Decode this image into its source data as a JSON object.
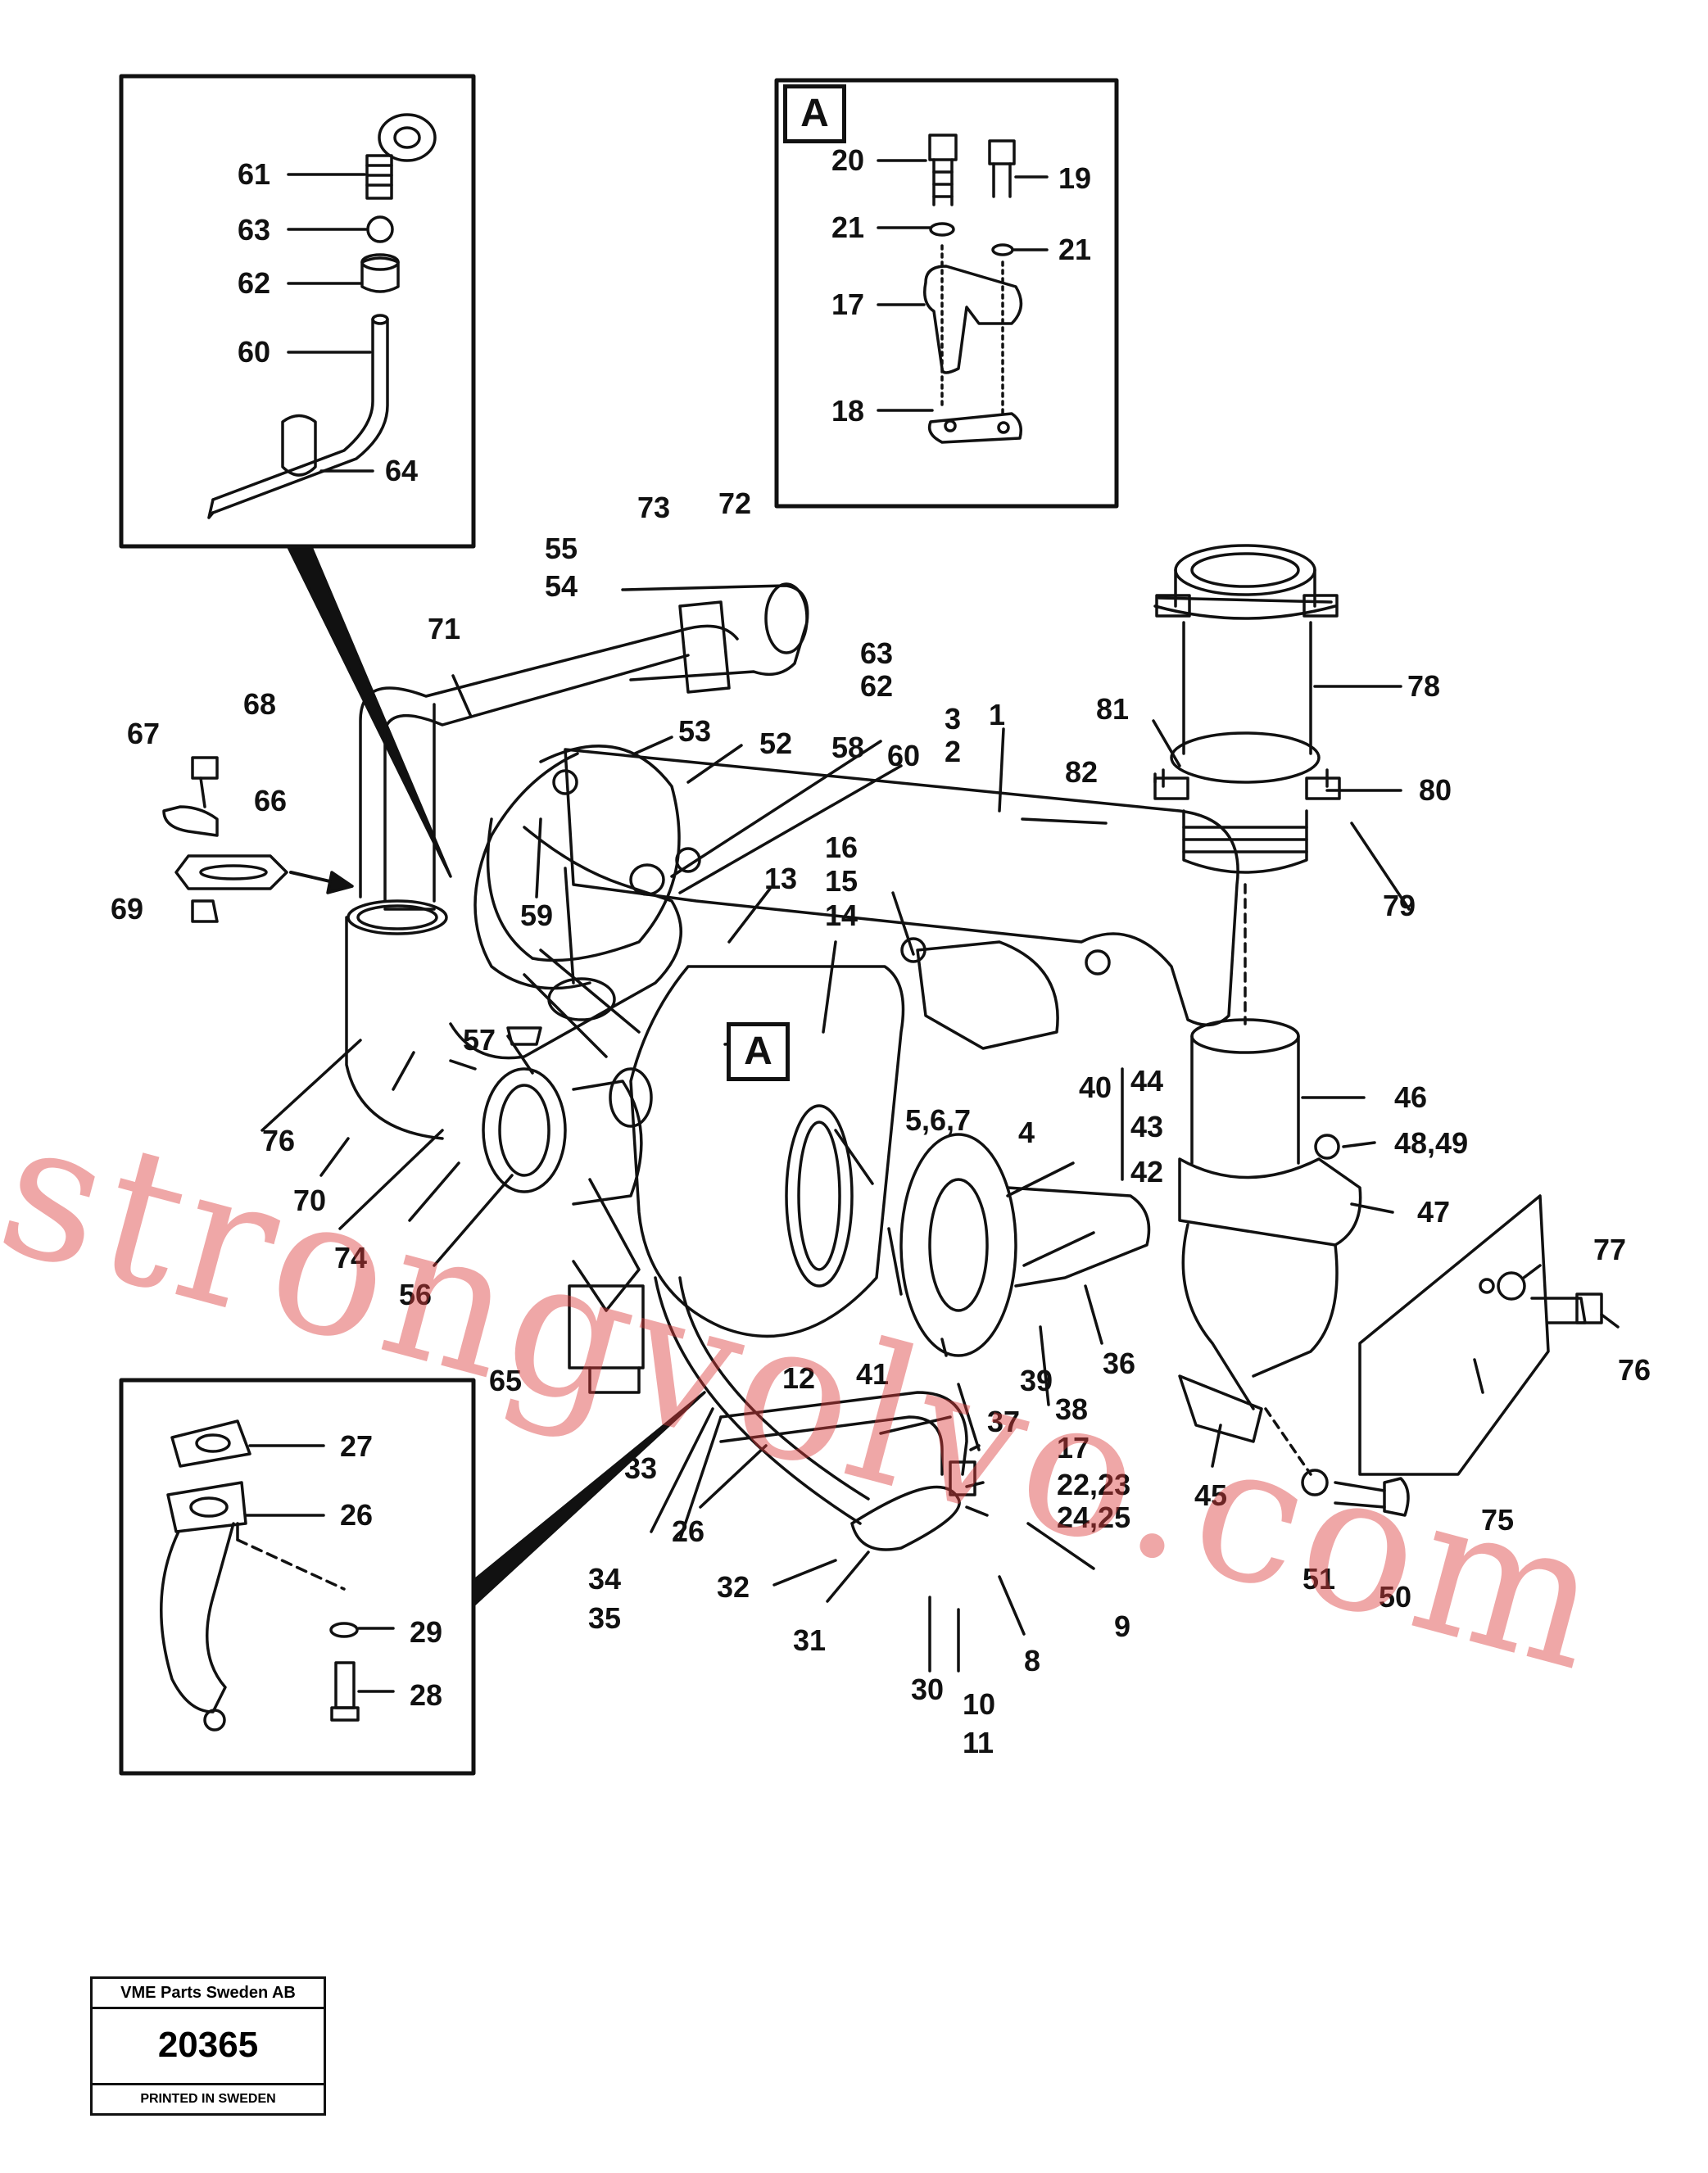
{
  "detail_box_A": {
    "tag": "A"
  },
  "callout_A": {
    "tag": "A"
  },
  "stamp": {
    "company": "VME Parts Sweden AB",
    "number": "20365",
    "printed": "PRINTED IN SWEDEN"
  },
  "watermark": "strongvolvo.com",
  "callouts": {
    "c1": "1",
    "c2": "2",
    "c3": "3",
    "c4": "4",
    "c5": "5,6,7",
    "c8": "8",
    "c9": "9",
    "c10": "10",
    "c11": "11",
    "c12": "12",
    "c13": "13",
    "c14": "14",
    "c15": "15",
    "c16": "16",
    "c17a": "17",
    "c17b": "17",
    "c18": "18",
    "c19": "19",
    "c20": "20",
    "c21a": "21",
    "c21b": "21",
    "c22": "22,23",
    "c24": "24,25",
    "c26a": "26",
    "c26b": "26",
    "c27": "27",
    "c28": "28",
    "c29": "29",
    "c30": "30",
    "c31": "31",
    "c32": "32",
    "c33": "33",
    "c34": "34",
    "c35": "35",
    "c36": "36",
    "c37": "37",
    "c38": "38",
    "c39": "39",
    "c40": "40",
    "c41": "41",
    "c42": "42",
    "c43": "43",
    "c44": "44",
    "c45": "45",
    "c46": "46",
    "c47": "47",
    "c48": "48,49",
    "c50": "50",
    "c51": "51",
    "c52": "52",
    "c53": "53",
    "c54": "54",
    "c55": "55",
    "c56": "56",
    "c57": "57",
    "c58": "58",
    "c59": "59",
    "c60a": "60",
    "c60b": "60",
    "c61": "61",
    "c62a": "62",
    "c62b": "62",
    "c63a": "63",
    "c63b": "63",
    "c64": "64",
    "c65": "65",
    "c66": "66",
    "c67": "67",
    "c68": "68",
    "c69": "69",
    "c70": "70",
    "c71": "71",
    "c72": "72",
    "c73": "73",
    "c74": "74",
    "c75": "75",
    "c76": "76",
    "c77": "77",
    "c78": "78",
    "c79": "79",
    "c80": "80",
    "c81": "81",
    "c82": "82"
  }
}
